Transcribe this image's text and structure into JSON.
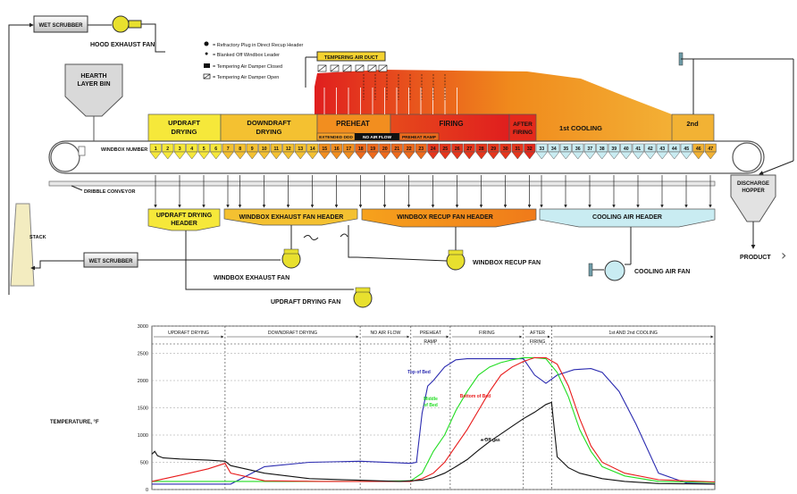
{
  "process": {
    "hood_scrubber": "WET SCRUBBER",
    "hood_exhaust_fan": "HOOD EXHAUST FAN",
    "hearth_bin": [
      "HEARTH",
      "LAYER BIN"
    ],
    "legend": [
      "= Refractory Plug in Direct Recup Header",
      "= Blanked Off Windbox Leader",
      "= Tempering Air Damper Closed",
      "= Tempering Air Damper Open"
    ],
    "tempering_duct": "TEMPERING AIR DUCT",
    "zones": {
      "updraft_drying": [
        "UPDRAFT",
        "DRYING"
      ],
      "downdraft_drying": [
        "DOWNDRAFT",
        "DRYING"
      ],
      "preheat": "PREHEAT",
      "firing": "FIRING",
      "after_firing": [
        "AFTER",
        "FIRING"
      ],
      "first_cooling": "1st COOLING",
      "second_cooling": "2nd"
    },
    "subzones": {
      "extended_ddd": "EXTENDED DDD",
      "no_air_flow": "NO AIR FLOW",
      "preheat_ramp": "PREHEAT RAMP"
    },
    "windbox_label": "WINDBOX NUMBER",
    "windbox_numbers": [
      "1",
      "2",
      "3",
      "4",
      "5",
      "6",
      "7",
      "8",
      "9",
      "10",
      "11",
      "12",
      "13",
      "14",
      "15",
      "16",
      "17",
      "18",
      "19",
      "20",
      "21",
      "22",
      "23",
      "24",
      "25",
      "26",
      "27",
      "28",
      "29",
      "30",
      "31",
      "32",
      "33",
      "34",
      "35",
      "36",
      "37",
      "38",
      "39",
      "40",
      "41",
      "42",
      "43",
      "44",
      "45",
      "46",
      "47"
    ],
    "dribble_conveyor": "DRIBBLE CONVEYOR",
    "discharge_hopper": [
      "DISCHARGE",
      "HOPPER"
    ],
    "stack": "STACK",
    "stack_scrubber": "WET SCRUBBER",
    "updraft_header": [
      "UPDRAFT DRYING",
      "HEADER"
    ],
    "windbox_exhaust_header": "WINDBOX EXHAUST FAN HEADER",
    "windbox_recup_header": "WINDBOX RECUP FAN HEADER",
    "cooling_air_header": "COOLING AIR HEADER",
    "windbox_exhaust_fan": "WINDBOX EXHAUST FAN",
    "windbox_recup_fan": "WINDBOX RECUP FAN",
    "cooling_air_fan": "COOLING AIR FAN",
    "updraft_drying_fan": "UPDRAFT DRYING FAN",
    "product": "PRODUCT"
  },
  "chart_data": {
    "type": "line",
    "ylabel": "TEMPERATURE, °F",
    "ylim": [
      0,
      3000
    ],
    "yticks": [
      0,
      500,
      1000,
      1500,
      2000,
      2500,
      3000
    ],
    "xlim": [
      0,
      100
    ],
    "zones": [
      {
        "label": [
          "UPDRAFT DRYING"
        ],
        "from": 0,
        "to": 13
      },
      {
        "label": [
          "DOWNDRAFT DRYING"
        ],
        "from": 13,
        "to": 37
      },
      {
        "label": [
          "NO AIR FLOW"
        ],
        "from": 37,
        "to": 46
      },
      {
        "label": [
          "PREHEAT",
          "RAMP"
        ],
        "from": 46,
        "to": 53
      },
      {
        "label": [
          "FIRING"
        ],
        "from": 53,
        "to": 66
      },
      {
        "label": [
          "AFTER",
          "FIRING"
        ],
        "from": 66,
        "to": 71
      },
      {
        "label": [
          "1st AND 2nd COOLING"
        ],
        "from": 71,
        "to": 100
      }
    ],
    "grid": true,
    "series": [
      {
        "name": "Top of Bed",
        "color": "#2b2bb0",
        "x": [
          0,
          10,
          13,
          14,
          20,
          28,
          37,
          46,
          47,
          48,
          49,
          50,
          52,
          54,
          56,
          58,
          62,
          66,
          68,
          70,
          72,
          75,
          78,
          80,
          83,
          86,
          90,
          95,
          100
        ],
        "y": [
          100,
          100,
          100,
          100,
          420,
          500,
          520,
          480,
          500,
          1400,
          1900,
          2000,
          2250,
          2380,
          2400,
          2400,
          2400,
          2400,
          2100,
          1950,
          2100,
          2200,
          2220,
          2150,
          1800,
          1200,
          300,
          120,
          100
        ]
      },
      {
        "name": "Middle of Bed",
        "color": "#22dd22",
        "x": [
          0,
          13,
          20,
          30,
          37,
          46,
          48,
          50,
          52,
          54,
          56,
          58,
          60,
          62,
          64,
          66,
          68,
          70,
          72,
          74,
          76,
          78,
          80,
          84,
          90,
          100
        ],
        "y": [
          150,
          150,
          150,
          150,
          150,
          160,
          300,
          700,
          1000,
          1450,
          1800,
          2100,
          2250,
          2330,
          2380,
          2420,
          2420,
          2400,
          2150,
          1700,
          1100,
          700,
          420,
          250,
          150,
          130
        ]
      },
      {
        "name": "Bottom of Bed",
        "color": "#e81a1a",
        "x": [
          0,
          5,
          10,
          13,
          14,
          20,
          30,
          37,
          46,
          48,
          50,
          52,
          54,
          56,
          58,
          60,
          62,
          64,
          66,
          68,
          70,
          72,
          74,
          76,
          78,
          80,
          84,
          90,
          100
        ],
        "y": [
          150,
          260,
          380,
          480,
          300,
          160,
          150,
          150,
          150,
          200,
          300,
          500,
          800,
          1100,
          1450,
          1800,
          2100,
          2250,
          2350,
          2420,
          2420,
          2300,
          1900,
          1300,
          800,
          500,
          300,
          180,
          140
        ]
      },
      {
        "name": "Off gas",
        "color": "#111111",
        "x": [
          0,
          0.5,
          1,
          2,
          5,
          10,
          13,
          14,
          20,
          28,
          37,
          40,
          44,
          46,
          48,
          50,
          52,
          54,
          56,
          58,
          60,
          62,
          64,
          66,
          68,
          70,
          71,
          72,
          74,
          76,
          80,
          84,
          90,
          100
        ],
        "y": [
          650,
          700,
          620,
          580,
          560,
          540,
          520,
          440,
          300,
          200,
          170,
          160,
          150,
          160,
          170,
          220,
          300,
          420,
          550,
          720,
          880,
          1020,
          1160,
          1300,
          1420,
          1560,
          1600,
          600,
          400,
          300,
          200,
          150,
          110,
          100
        ]
      }
    ],
    "annotations": [
      {
        "text": "Top of Bed",
        "series": "Top of Bed"
      },
      {
        "text": [
          "Middle",
          "of Bed"
        ],
        "series": "Middle of Bed"
      },
      {
        "text": "Bottom of Bed",
        "series": "Bottom of Bed"
      },
      {
        "text": "Off gas",
        "series": "Off gas"
      }
    ]
  },
  "colors": {
    "updraft": "#f5e63c",
    "downdraft": "#f5c335",
    "preheat": "#ee8c1c",
    "firing": "#e0301e",
    "cooling": "#c9ecf2",
    "second_cooling": "#f2b234"
  }
}
